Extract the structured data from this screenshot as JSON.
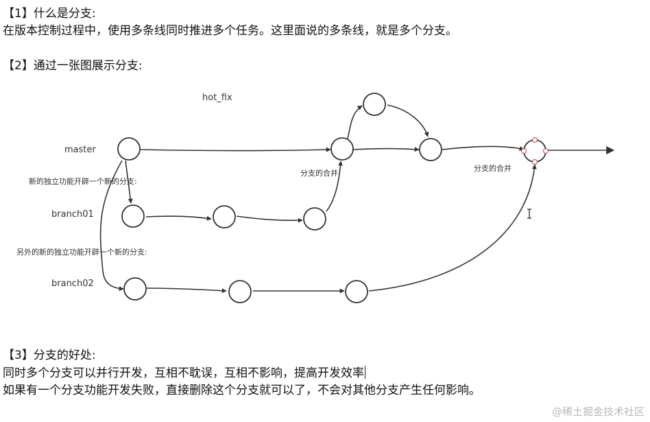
{
  "section1": {
    "heading": "【1】什么是分支:",
    "text": "在版本控制过程中，使用多条线同时推进多个任务。这里面说的多条线，就是多个分支。"
  },
  "section2": {
    "heading": "【2】通过一张图展示分支:"
  },
  "diagram": {
    "hot_fix_label": "hot_fix",
    "master_label": "master",
    "branch01_label": "branch01",
    "branch02_label": "branch02",
    "note_branch01": "新的独立功能开辟一个新的分支:",
    "note_branch02": "另外的新的独立功能开辟一个新的分支:",
    "merge_label_1": "分支的合并",
    "merge_label_2": "分支的合并"
  },
  "section3": {
    "heading": "【3】分支的好处:",
    "line1": "同时多个分支可以并行开发，互相不耽误，互相不影响，提高开发效率",
    "line2": "如果有一个分支功能开发失败，直接删除这个分支就可以了，不会对其他分支产生任何影响。"
  },
  "watermark": "@稀土掘金技术社区",
  "colors": {
    "stroke": "#333333",
    "text": "#111111",
    "watermark": "#b8b8b8",
    "handle_stroke": "#c04040"
  }
}
